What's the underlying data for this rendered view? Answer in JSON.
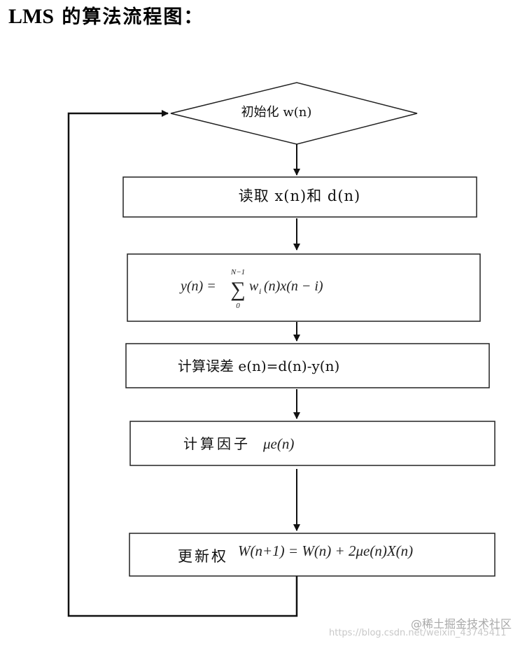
{
  "title": {
    "prefix": "LMS",
    "rest": " 的算法流程图："
  },
  "nodes": {
    "init": "初始化 w(n)",
    "read": "读取 x(n)和 d(n)",
    "output_lhs": "y(n) =",
    "sum_upper": "N−1",
    "sum_lower": "0",
    "sum_term": "w",
    "sum_sub": "i",
    "sum_rest": "(n)x(n − i)",
    "error": "计算误差 e(n)=d(n)-y(n)",
    "factor_label": "计算因子",
    "factor_math": "μe(n)",
    "update_label": "更新权",
    "update_math": "W(n+1) = W(n) + 2μe(n)X(n)"
  },
  "watermark": "@稀土掘金技术社区",
  "url": "https://blog.csdn.net/weixin_43745411"
}
